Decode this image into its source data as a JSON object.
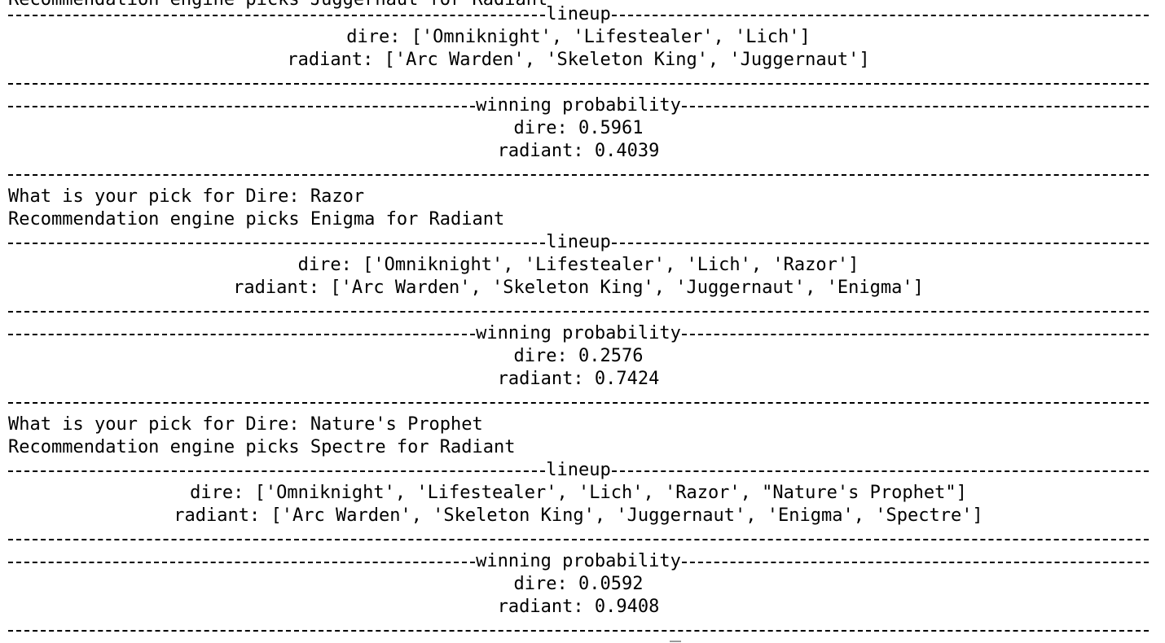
{
  "terminal": {
    "top_partial_text": "Recommendation engine picks Juggernaut for Radiant",
    "rule_labels": {
      "lineup": "lineup",
      "winning_probability": "winning probability"
    },
    "rounds": [
      {
        "lineup_dire": "dire: ['Omniknight', 'Lifestealer', 'Lich']",
        "lineup_radiant": "radiant: ['Arc Warden', 'Skeleton King', 'Juggernaut']",
        "prob_dire": "dire: 0.5961",
        "prob_radiant": "radiant: 0.4039"
      },
      {
        "pick_prompt": "What is your pick for Dire: Razor",
        "recommendation": "Recommendation engine picks Enigma for Radiant",
        "lineup_dire": "dire: ['Omniknight', 'Lifestealer', 'Lich', 'Razor']",
        "lineup_radiant": "radiant: ['Arc Warden', 'Skeleton King', 'Juggernaut', 'Enigma']",
        "prob_dire": "dire: 0.2576",
        "prob_radiant": "radiant: 0.7424"
      },
      {
        "pick_prompt": "What is your pick for Dire: Nature's Prophet",
        "recommendation": "Recommendation engine picks Spectre for Radiant",
        "lineup_dire": "dire: ['Omniknight', 'Lifestealer', 'Lich', 'Razor', \"Nature's Prophet\"]",
        "lineup_radiant": "radiant: ['Arc Warden', 'Skeleton King', 'Juggernaut', 'Enigma', 'Spectre']",
        "prob_dire": "dire: 0.0592",
        "prob_radiant": "radiant: 0.9408"
      }
    ]
  }
}
